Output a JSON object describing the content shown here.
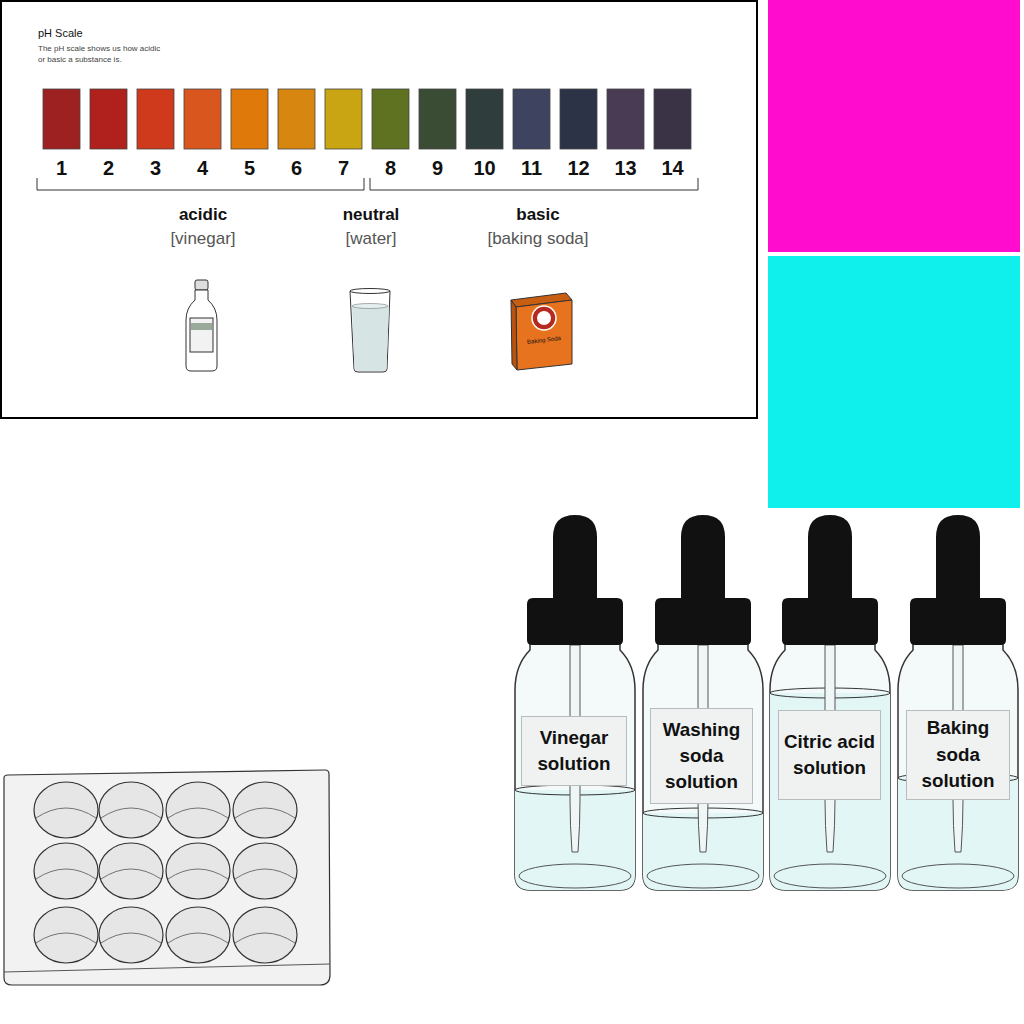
{
  "diagram": {
    "nodes": [
      {
        "text": [
          "pH Scale",
          "The pH scale shows us how acidic or basic a substance is."
        ]
      },
      {
        "text": [
          "Vinegar solution"
        ]
      },
      {
        "text": [
          "Washing soda solution"
        ]
      },
      {
        "text": [
          "Citric acid solution"
        ]
      },
      {
        "text": [
          "Baking soda solution"
        ]
      }
    ],
    "labels": [
      "1",
      "2",
      "3",
      "4",
      "5",
      "6",
      "7",
      "8",
      "9",
      "10",
      "11",
      "12",
      "13",
      "14",
      "acidic",
      "[vinegar]",
      "neutral",
      "[water]",
      "basic",
      "[baking soda]",
      "Baking Soda"
    ]
  }
}
